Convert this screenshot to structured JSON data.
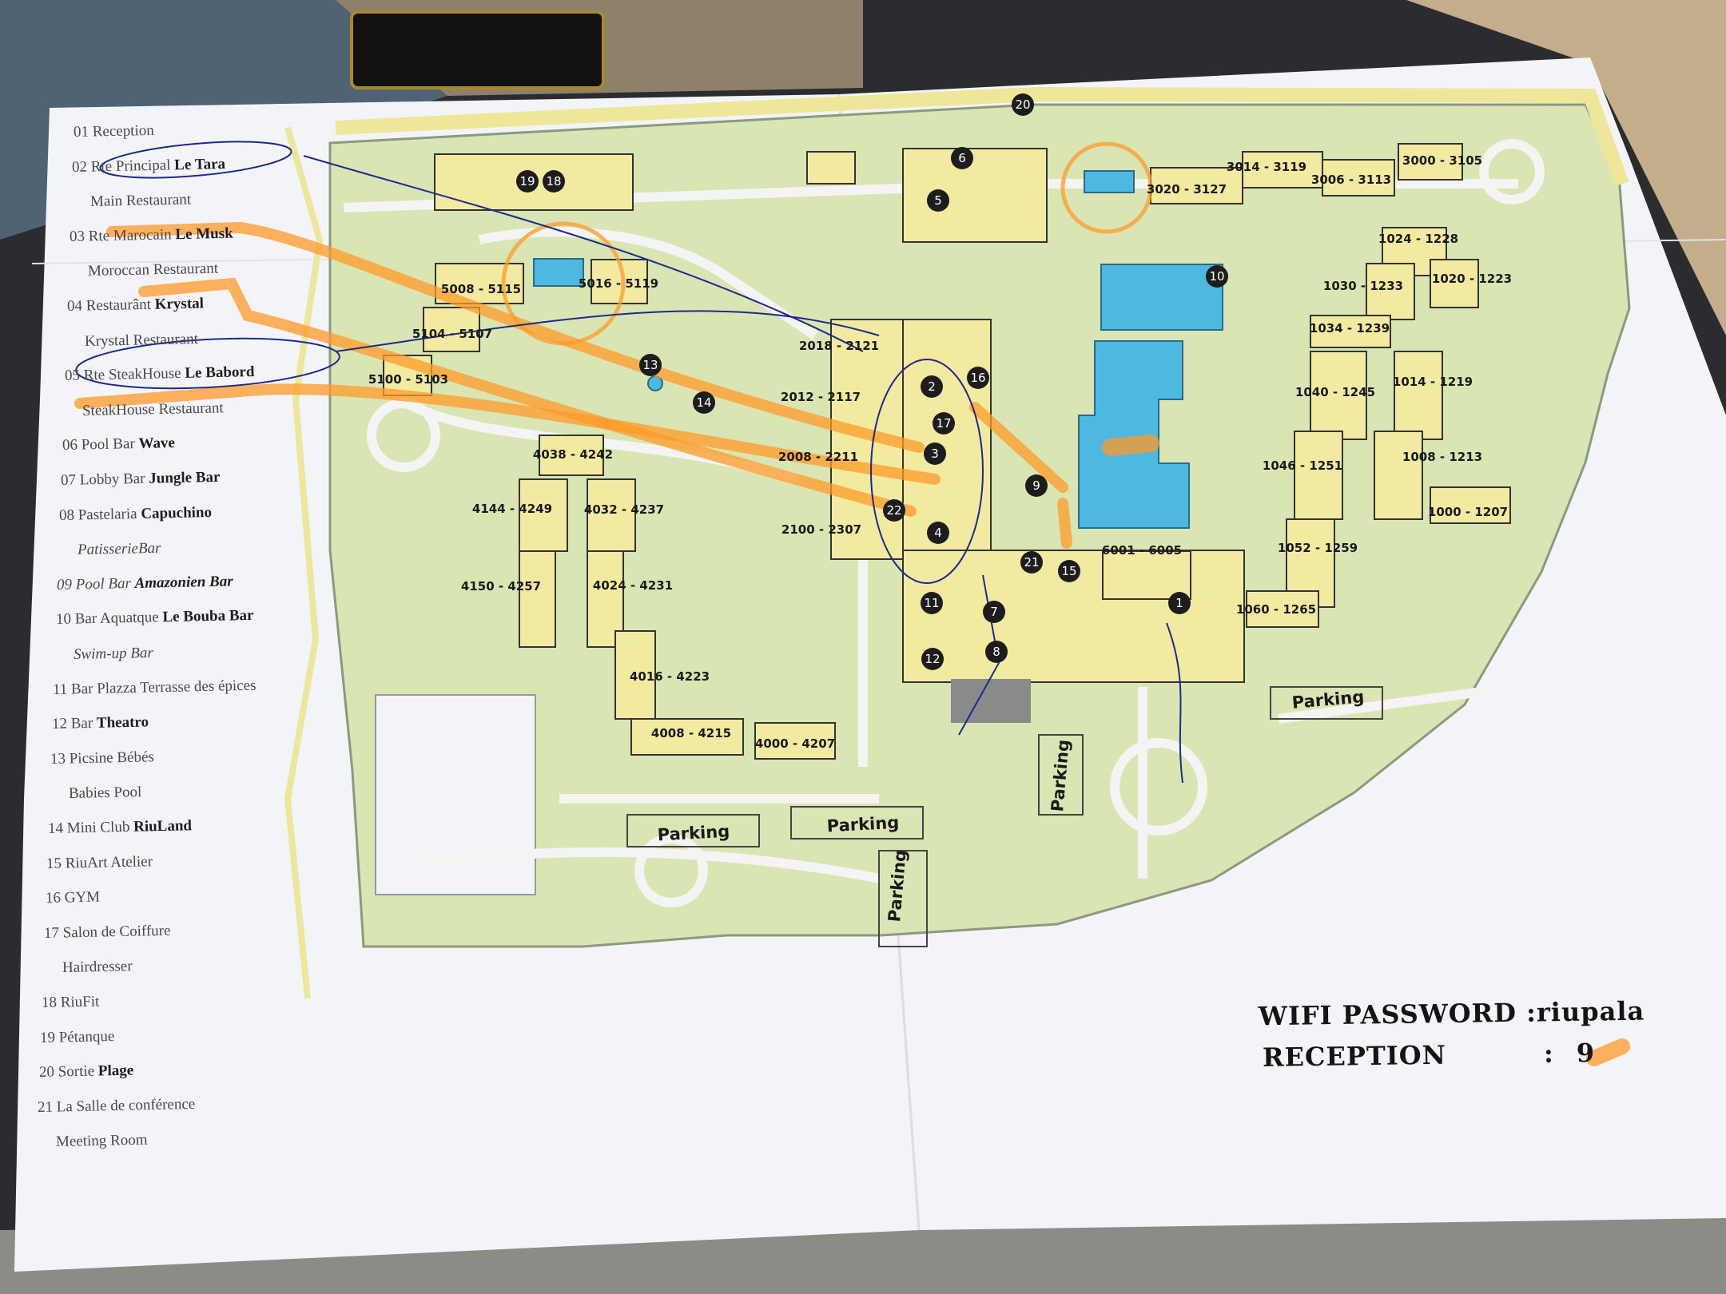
{
  "legend": [
    {
      "num": "01",
      "text": "Reception",
      "bold": ""
    },
    {
      "num": "02",
      "text": "Rte Principal",
      "bold": "Le Tara",
      "sub": "Main Restaurant"
    },
    {
      "num": "03",
      "text": "Rte Marocain",
      "bold": "Le Musk",
      "sub": "Moroccan Restaurant"
    },
    {
      "num": "04",
      "text": "Restaurânt",
      "bold": "Krystal",
      "sub": "Krystal Restaurant"
    },
    {
      "num": "05",
      "text": "Rte SteakHouse",
      "bold": "Le Babord",
      "sub": "SteakHouse Restaurant"
    },
    {
      "num": "06",
      "text": "Pool Bar",
      "bold": "Wave"
    },
    {
      "num": "07",
      "text": "Lobby Bar",
      "bold": "Jungle Bar"
    },
    {
      "num": "08",
      "text": "Pastelaria",
      "bold": "Capuchino",
      "sub": "PatisserieBar",
      "sub_italic": true
    },
    {
      "num": "09",
      "text": "Pool Bar",
      "bold": "Amazonien Bar",
      "italic": true
    },
    {
      "num": "10",
      "text": "Bar Aquatque",
      "bold": "Le Bouba Bar",
      "sub": "Swim-up Bar",
      "sub_italic": true
    },
    {
      "num": "11",
      "text": "Bar Plazza Terrasse des épices",
      "bold": ""
    },
    {
      "num": "12",
      "text": "Bar",
      "bold": "Theatro"
    },
    {
      "num": "13",
      "text": "Picsine Bébés",
      "bold": "",
      "sub": "Babies Pool"
    },
    {
      "num": "14",
      "text": "Mini Club",
      "bold": "RiuLand"
    },
    {
      "num": "15",
      "text": "RiuArt Atelier",
      "bold": ""
    },
    {
      "num": "16",
      "text": "GYM",
      "bold": ""
    },
    {
      "num": "17",
      "text": "Salon de Coiffure",
      "bold": "",
      "sub": "Hairdresser"
    },
    {
      "num": "18",
      "text": "RiuFit",
      "bold": ""
    },
    {
      "num": "19",
      "text": "Pétanque",
      "bold": ""
    },
    {
      "num": "20",
      "text": "Sortie",
      "bold": "Plage"
    },
    {
      "num": "21",
      "text": "La Salle de conférence",
      "bold": "",
      "sub": "Meeting Room"
    }
  ],
  "markers": [
    "1",
    "2",
    "3",
    "4",
    "5",
    "6",
    "7",
    "8",
    "9",
    "10",
    "11",
    "12",
    "13",
    "14",
    "15",
    "16",
    "17",
    "18",
    "19",
    "20",
    "21",
    "22"
  ],
  "rooms": [
    "5008 - 5115",
    "5016 - 5119",
    "5104 - 5107",
    "5100 - 5103",
    "2018 - 2121",
    "2012 - 2117",
    "2008 - 2211",
    "2100 - 2307",
    "4038 - 4242",
    "4144 - 4249",
    "4032 - 4237",
    "4150 - 4257",
    "4024 - 4231",
    "4016 - 4223",
    "4008 - 4215",
    "4000 - 4207",
    "3020 - 3127",
    "3014 - 3119",
    "3006 - 3113",
    "3000 - 3105",
    "1024 - 1228",
    "1030 - 1233",
    "1020 - 1223",
    "1034 - 1239",
    "1040 - 1245",
    "1014 - 1219",
    "1046 - 1251",
    "1008 - 1213",
    "1000 - 1207",
    "1052 - 1259",
    "6001 - 6005",
    "1060 - 1265"
  ],
  "parking": [
    "Parking",
    "Parking",
    "Parking",
    "Parking",
    "Parking"
  ],
  "info": {
    "wifi_label": "WIFI PASSWORD",
    "wifi_value": "riupala",
    "reception_label": "RECEPTION",
    "reception_value": "9",
    "separator": ":"
  },
  "colors": {
    "grass": "#d9e6b4",
    "building": "#f2eaa0",
    "pool": "#4db8e0",
    "highlighter": "#ff9a2a",
    "pen": "#1c2a8a",
    "paper": "#f4f5f8"
  }
}
